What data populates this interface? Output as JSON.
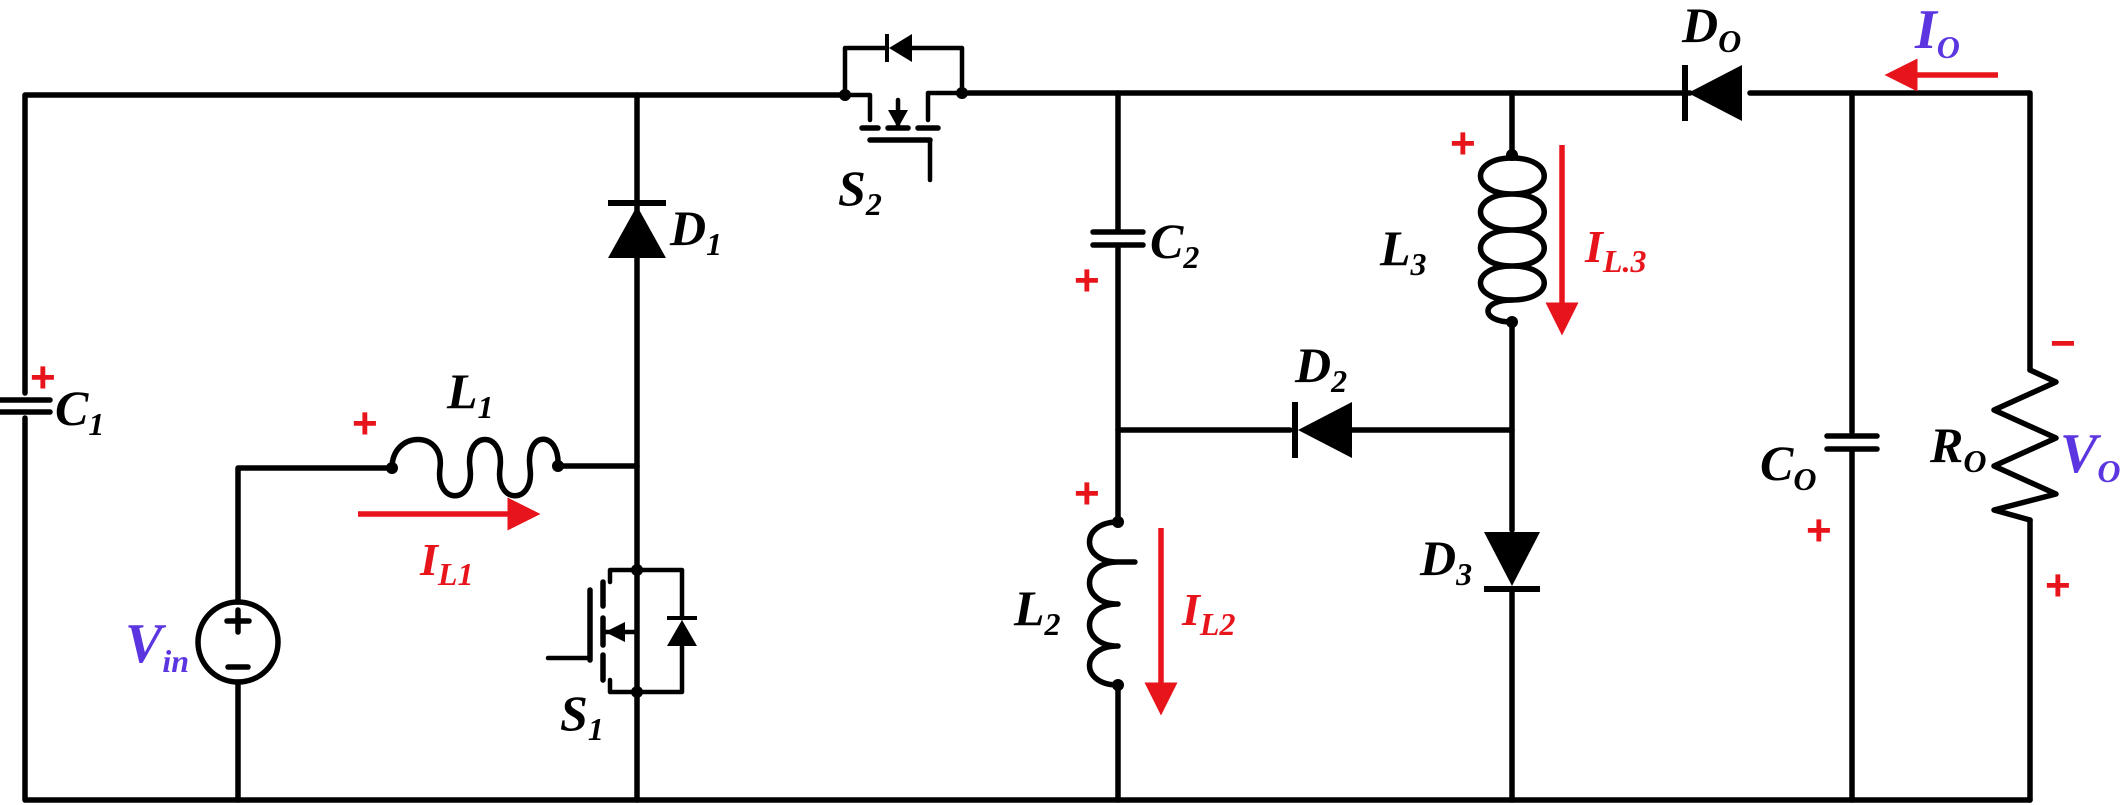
{
  "labels": {
    "c1": {
      "main": "C",
      "sub": "1"
    },
    "l1": {
      "main": "L",
      "sub": "1"
    },
    "d1": {
      "main": "D",
      "sub": "1"
    },
    "s1": {
      "main": "S",
      "sub": "1"
    },
    "s2": {
      "main": "S",
      "sub": "2"
    },
    "c2": {
      "main": "C",
      "sub": "2"
    },
    "l2": {
      "main": "L",
      "sub": "2"
    },
    "l3": {
      "main": "L",
      "sub": "3"
    },
    "d2": {
      "main": "D",
      "sub": "2"
    },
    "d3": {
      "main": "D",
      "sub": "3"
    },
    "do": {
      "main": "D",
      "sub": "O"
    },
    "co": {
      "main": "C",
      "sub": "O"
    },
    "ro": {
      "main": "R",
      "sub": "O"
    }
  },
  "currents": {
    "il1": {
      "main": "I",
      "sub": "L1"
    },
    "il2": {
      "main": "I",
      "sub": "L2"
    },
    "il3": {
      "main": "I",
      "sub": "L.3"
    },
    "io": {
      "main": "I",
      "sub": "O"
    }
  },
  "voltages": {
    "vin": {
      "main": "V",
      "sub": "in"
    },
    "vo": {
      "main": "V",
      "sub": "O"
    }
  },
  "polarity": {
    "plus": "+",
    "minus": "−"
  },
  "colors": {
    "wire": "#000000",
    "annotation": "#e8141c",
    "source_label": "#5b35e0"
  }
}
